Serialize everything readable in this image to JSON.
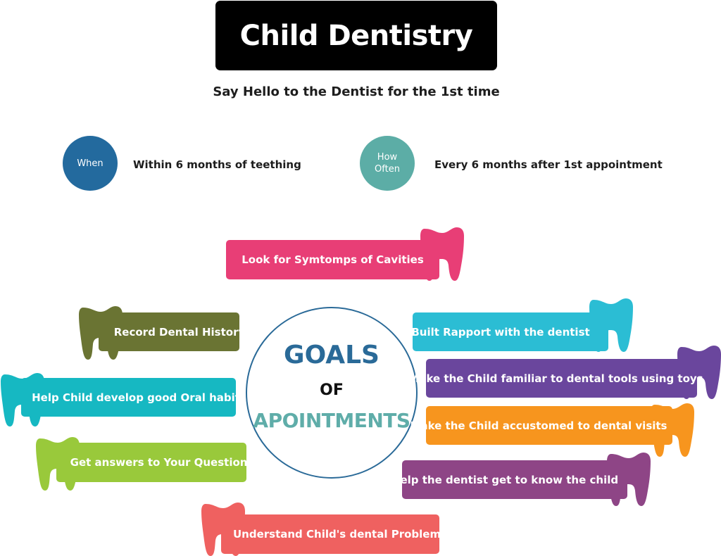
{
  "header": {
    "title": "Child Dentistry",
    "subtitle": "Say Hello to the Dentist for the 1st time"
  },
  "schedule": {
    "when": {
      "label": "When",
      "text": "Within 6 months of teething",
      "color": "#236a9e"
    },
    "how_often": {
      "label": "How\nOften",
      "text": "Every 6 months after 1st appointment",
      "color": "#5cada6"
    }
  },
  "center": {
    "line1": "GOALS",
    "line2": "OF",
    "line3": "APOINTMENTS"
  },
  "goals": [
    {
      "label": "Look for Symtomps of Cavities",
      "color": "#e83e76"
    },
    {
      "label": "Record Dental History",
      "color": "#6a7433"
    },
    {
      "label": "Help Child develop good Oral habits",
      "color": "#16b8c2"
    },
    {
      "label": "Get answers to Your Questions",
      "color": "#99c93b"
    },
    {
      "label": "Understand Child's dental Problems",
      "color": "#ef6160"
    },
    {
      "label": "Built Rapport with the dentist",
      "color": "#2bbdd4"
    },
    {
      "label": "Make the Child familiar to dental tools using toys",
      "color": "#6a469d"
    },
    {
      "label": "Make the Child accustomed to dental visits",
      "color": "#f7951e"
    },
    {
      "label": "Help the dentist get to know the child",
      "color": "#8e4586"
    }
  ]
}
